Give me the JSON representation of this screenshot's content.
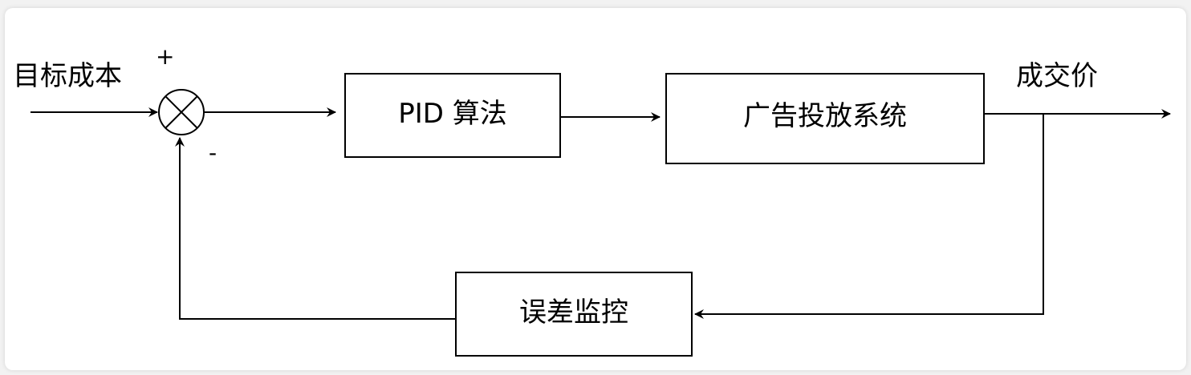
{
  "diagram": {
    "input_label": "目标成本",
    "plus_sign": "+",
    "minus_sign": "-",
    "output_label": "成交价",
    "blocks": {
      "pid": "PID 算法",
      "ad_system": "广告投放系统",
      "error_monitor": "误差监控"
    }
  }
}
